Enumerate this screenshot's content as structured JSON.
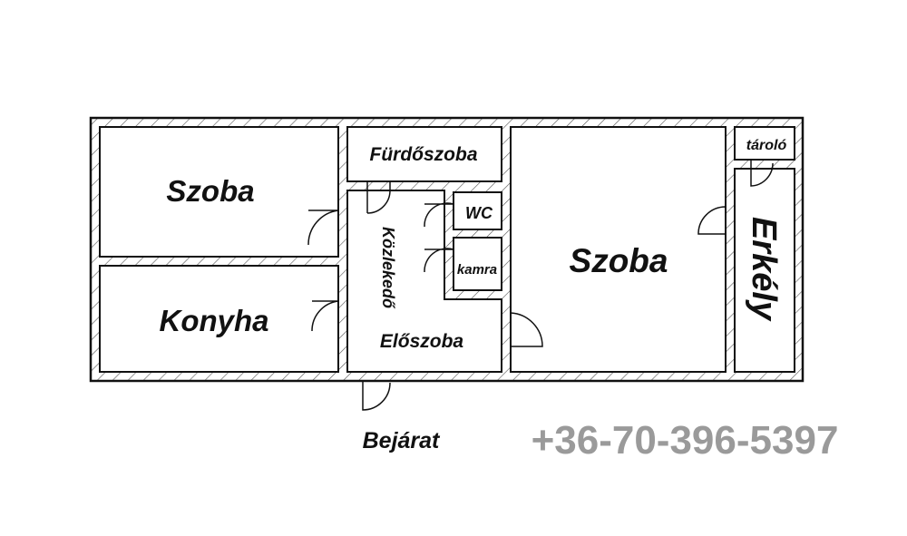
{
  "rooms": {
    "szoba_left": "Szoba",
    "konyha": "Konyha",
    "furdoszoba": "Fürdőszoba",
    "wc": "WC",
    "kamra": "kamra",
    "kozlekedo": "Közlekedő",
    "eloszoba": "Előszoba",
    "szoba_right": "Szoba",
    "tarolo": "tároló",
    "erkely": "Erkély"
  },
  "entrance": "Bejárat",
  "watermark": "+36-70-396-5397",
  "colors": {
    "wall": "#111111",
    "watermark": "#9a9a9a"
  }
}
